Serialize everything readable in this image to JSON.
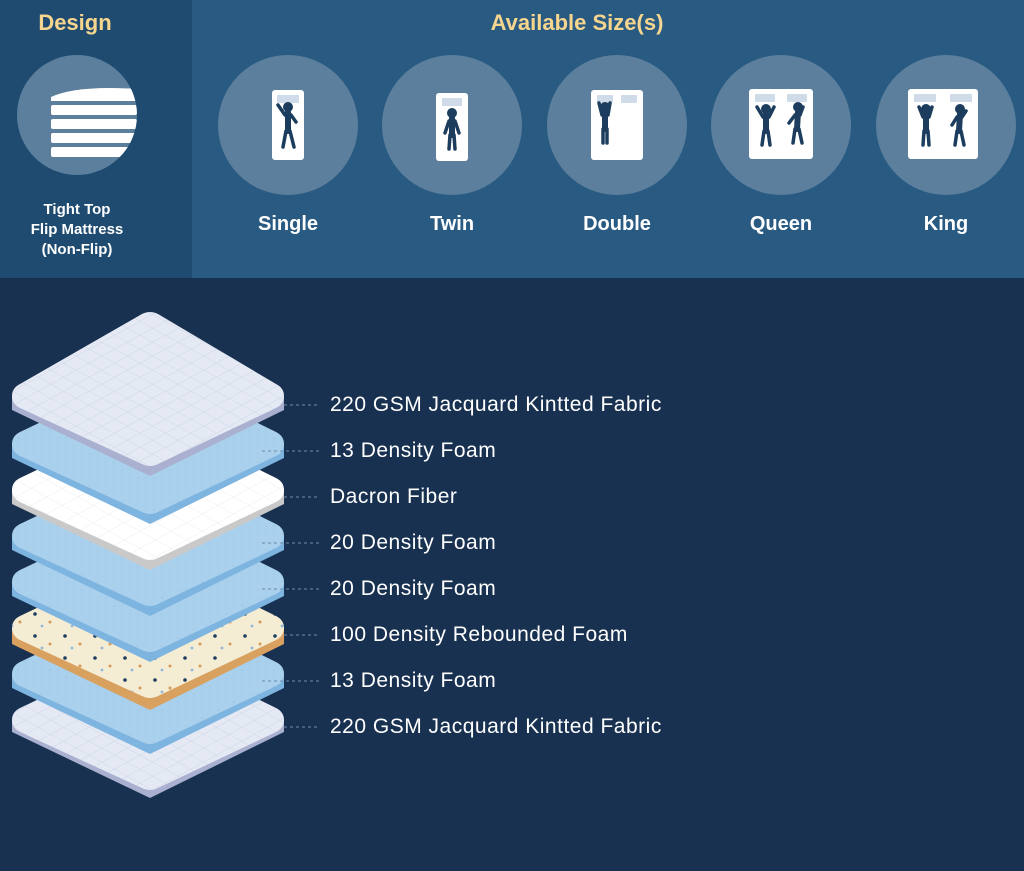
{
  "design": {
    "title": "Design",
    "caption_lines": [
      "Tight Top",
      "Flip Mattress",
      "(Non-Flip)"
    ]
  },
  "sizes": {
    "title": "Available Size(s)",
    "items": [
      {
        "label": "Single"
      },
      {
        "label": "Twin"
      },
      {
        "label": "Double"
      },
      {
        "label": "Queen"
      },
      {
        "label": "King"
      }
    ]
  },
  "layers": [
    {
      "label": "220 GSM Jacquard Kintted Fabric",
      "color": "#e4e9f4"
    },
    {
      "label": "13 Density Foam",
      "color": "#a9d0ec"
    },
    {
      "label": "Dacron Fiber",
      "color": "#ffffff"
    },
    {
      "label": "20 Density Foam",
      "color": "#a9d0ec"
    },
    {
      "label": "20 Density Foam",
      "color": "#a9d0ec"
    },
    {
      "label": "100 Density Rebounded Foam",
      "color": "#f5ecd4"
    },
    {
      "label": "13 Density Foam",
      "color": "#a9d0ec"
    },
    {
      "label": "220 GSM Jacquard Kintted Fabric",
      "color": "#e4e9f4"
    }
  ]
}
